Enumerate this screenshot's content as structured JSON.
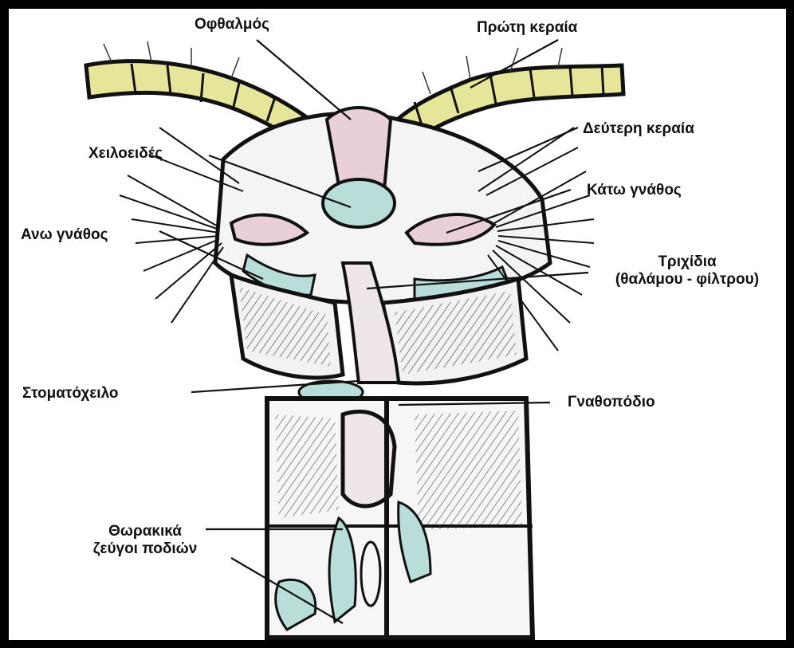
{
  "diagram": {
    "labels": {
      "eye": "Οφθαλμός",
      "first_antenna": "Πρώτη κεραία",
      "second_antenna": "Δεύτερη κεραία",
      "labrum": "Χειλοειδές",
      "maxilla": "Κάτω γνάθος",
      "mandible": "Ανω γνάθος",
      "setae_line1": "Τριχίδια",
      "setae_line2": "(θαλάμου - φίλτρου)",
      "labium": "Στοματόχειλο",
      "maxilliped": "Γναθοπόδιο",
      "thoracic_line1": "Θωρακικά",
      "thoracic_line2": "ζεύγοι ποδιών"
    },
    "colors": {
      "antenna": "#e6e69a",
      "teal": "#b9ddd8",
      "pink": "#e9cfd8",
      "ink": "#111111"
    }
  }
}
